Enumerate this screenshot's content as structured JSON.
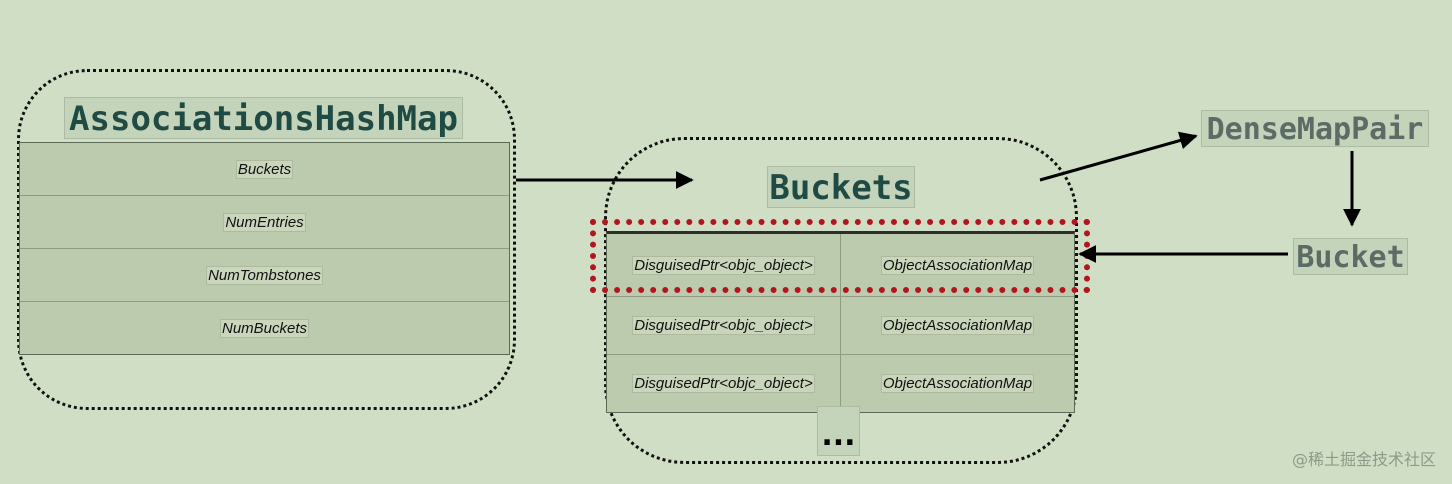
{
  "hashmap": {
    "title": "AssociationsHashMap",
    "fields": [
      "Buckets",
      "NumEntries",
      "NumTombstones",
      "NumBuckets"
    ]
  },
  "buckets": {
    "title": "Buckets",
    "rows": [
      {
        "key": "DisguisedPtr<objc_object>",
        "value": "ObjectAssociationMap"
      },
      {
        "key": "DisguisedPtr<objc_object>",
        "value": "ObjectAssociationMap"
      },
      {
        "key": "DisguisedPtr<objc_object>",
        "value": "ObjectAssociationMap"
      }
    ],
    "ellipsis": "..."
  },
  "dense_map_pair": {
    "title": "DenseMapPair"
  },
  "bucket": {
    "title": "Bucket"
  },
  "watermark": "@稀土掘金技术社区",
  "colors": {
    "background": "#cfdec4",
    "title_text": "#1f4b44",
    "highlight_border": "#b2151b"
  }
}
